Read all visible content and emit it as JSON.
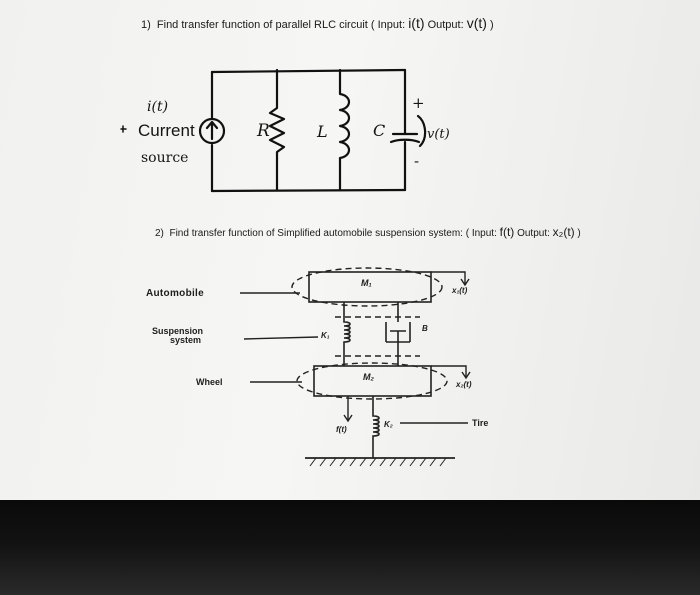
{
  "question1": {
    "number": "1)",
    "text": "Find transfer function of parallel RLC circuit ( Input: ",
    "input": "i(t)",
    "mid": " Output: ",
    "output": "v(t)",
    "tail": " )"
  },
  "circuit": {
    "source_signal": "i(t)",
    "source_line1": "Current",
    "source_line2": "source",
    "r_label": "R",
    "l_label": "L",
    "c_label": "C",
    "plus": "+",
    "minus": "-",
    "v_label": "v(t)"
  },
  "question2": {
    "number": "2)",
    "text": "Find transfer function of Simplified automobile suspension system: ( Input: ",
    "input": "f(t)",
    "mid": " Output: ",
    "output": "x₂(t)",
    "tail": " )"
  },
  "suspension": {
    "automobile": "Automobile",
    "suspension_line1": "Suspension",
    "suspension_line2": "system",
    "wheel": "Wheel",
    "tire": "Tire",
    "m1": "M₁",
    "m2": "M₂",
    "k1": "K₁",
    "k2": "K₂",
    "b": "B",
    "x1": "x₁(t)",
    "x2": "x₂(t)",
    "f": "f(t)"
  }
}
